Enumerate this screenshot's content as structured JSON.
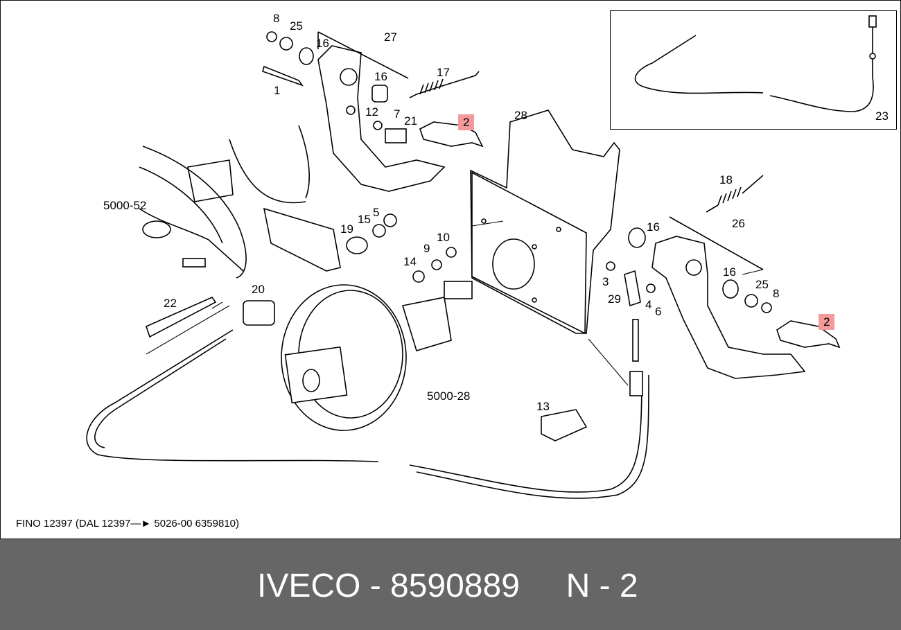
{
  "colors": {
    "highlight": "#f49a9a",
    "footer_background": "#666666",
    "footer_text": "#ffffff"
  },
  "labels": [
    {
      "id": "8a",
      "text": "8"
    },
    {
      "id": "25a",
      "text": "25"
    },
    {
      "id": "16a",
      "text": "16"
    },
    {
      "id": "27",
      "text": "27"
    },
    {
      "id": "1",
      "text": "1"
    },
    {
      "id": "16b",
      "text": "16"
    },
    {
      "id": "17",
      "text": "17"
    },
    {
      "id": "12",
      "text": "12"
    },
    {
      "id": "7",
      "text": "7"
    },
    {
      "id": "21",
      "text": "21"
    },
    {
      "id": "2a",
      "text": "2"
    },
    {
      "id": "28",
      "text": "28"
    },
    {
      "id": "23",
      "text": "23"
    },
    {
      "id": "5000-52",
      "text": "5000-52"
    },
    {
      "id": "19",
      "text": "19"
    },
    {
      "id": "15",
      "text": "15"
    },
    {
      "id": "5",
      "text": "5"
    },
    {
      "id": "9",
      "text": "9"
    },
    {
      "id": "10",
      "text": "10"
    },
    {
      "id": "14",
      "text": "14"
    },
    {
      "id": "20",
      "text": "20"
    },
    {
      "id": "22",
      "text": "22"
    },
    {
      "id": "18",
      "text": "18"
    },
    {
      "id": "16c",
      "text": "16"
    },
    {
      "id": "26",
      "text": "26"
    },
    {
      "id": "3",
      "text": "3"
    },
    {
      "id": "29",
      "text": "29"
    },
    {
      "id": "4",
      "text": "4"
    },
    {
      "id": "6",
      "text": "6"
    },
    {
      "id": "16d",
      "text": "16"
    },
    {
      "id": "25b",
      "text": "25"
    },
    {
      "id": "8b",
      "text": "8"
    },
    {
      "id": "2b",
      "text": "2"
    },
    {
      "id": "5000-28",
      "text": "5000-28"
    },
    {
      "id": "13",
      "text": "13"
    }
  ],
  "footnote": "FINO 12397 (DAL 12397—► 5026-00  6359810)",
  "footer": {
    "text": "IVECO - 8590889     N - 2"
  }
}
